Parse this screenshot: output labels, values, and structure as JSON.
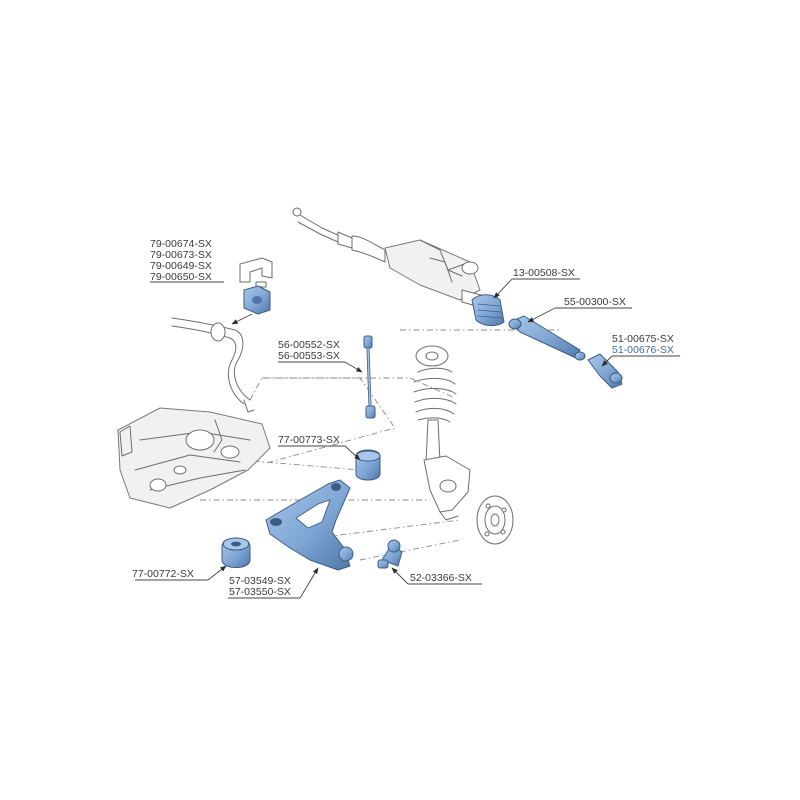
{
  "colors": {
    "part_highlight": "#7fa6d4",
    "part_highlight_dark": "#4f78aa",
    "line_art": "#6e6e6e",
    "label_text": "#3a3a3a",
    "label_highlight": "#3e6f9e"
  },
  "labels": {
    "stabilizer_bush": [
      "79-00674-SX",
      "79-00673-SX",
      "79-00649-SX",
      "79-00650-SX"
    ],
    "steering_rack": "13-00508-SX",
    "inner_tie_rod": "55-00300-SX",
    "tie_rod_end": [
      "51-00675-SX",
      "51-00676-SX"
    ],
    "stabilizer_link": [
      "56-00552-SX",
      "56-00553-SX"
    ],
    "rear_arm_bush": "77-00773-SX",
    "front_arm_bush": "77-00772-SX",
    "control_arm": [
      "57-03549-SX",
      "57-03550-SX"
    ],
    "ball_joint": "52-03366-SX"
  }
}
